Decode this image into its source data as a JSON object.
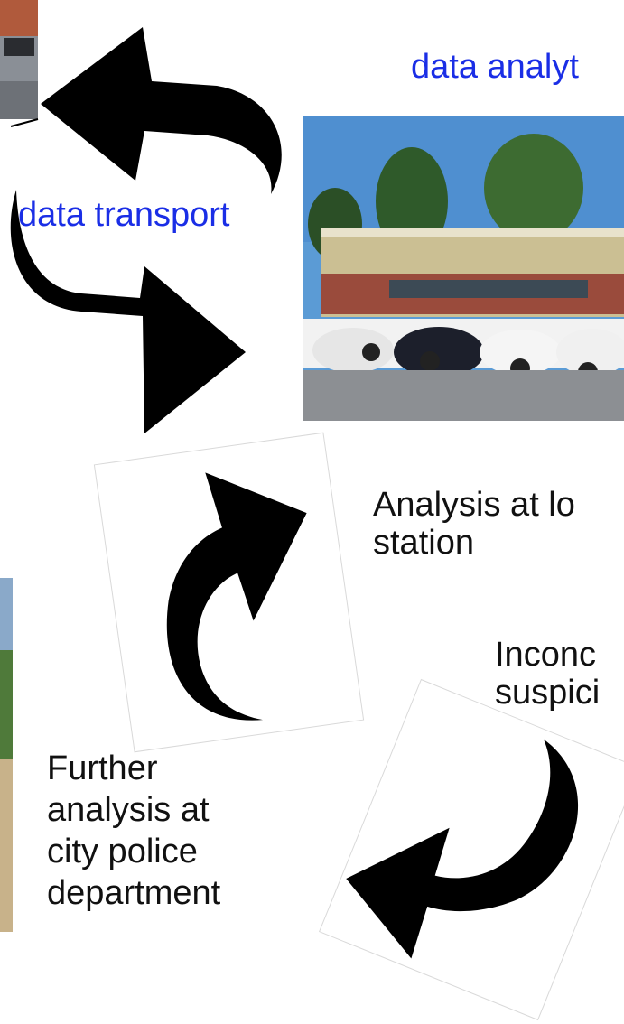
{
  "labels": {
    "data_analytics": "data analyt",
    "data_transport": "data transport",
    "analysis_local": "Analysis at lo\nstation",
    "inconclusive": "Inconc\nsuspici",
    "further_analysis": "Further\nanalysis at\ncity police\ndepartment"
  },
  "photos": {
    "top_left": "street-scene-photo",
    "police_station": "police-station-photo",
    "left_mid": "outdoor-scene-photo"
  },
  "colors": {
    "label_blue": "#1a2ee6",
    "arrow": "#000000",
    "label_text": "#111111"
  }
}
